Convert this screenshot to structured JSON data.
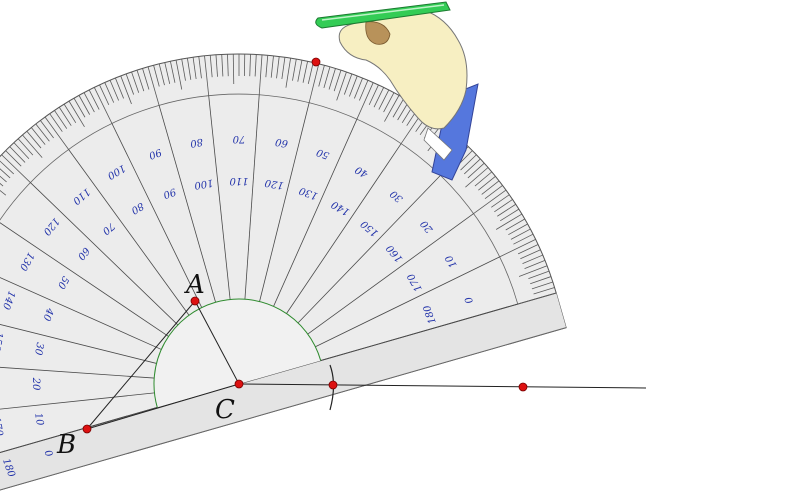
{
  "points": {
    "A": "A",
    "B": "B",
    "C": "C"
  },
  "protractor": {
    "outer_scale": [
      0,
      10,
      20,
      30,
      40,
      50,
      60,
      70,
      80,
      90,
      100,
      110,
      120,
      130,
      140,
      150,
      160,
      170,
      180
    ],
    "inner_scale": [
      180,
      170,
      160,
      150,
      140,
      130,
      120,
      110,
      100,
      90,
      80,
      70,
      60,
      50,
      40,
      30,
      20,
      10,
      0
    ]
  },
  "colors": {
    "protractor_fill": "#ececec",
    "scale_text": "#2233aa",
    "center_arc": "#2e8b2e",
    "point": "#dd1111",
    "pencil": "#33cc55",
    "sleeve": "#5577dd"
  },
  "icons": [
    "hand-with-pencil-icon",
    "point-marker-icon"
  ]
}
